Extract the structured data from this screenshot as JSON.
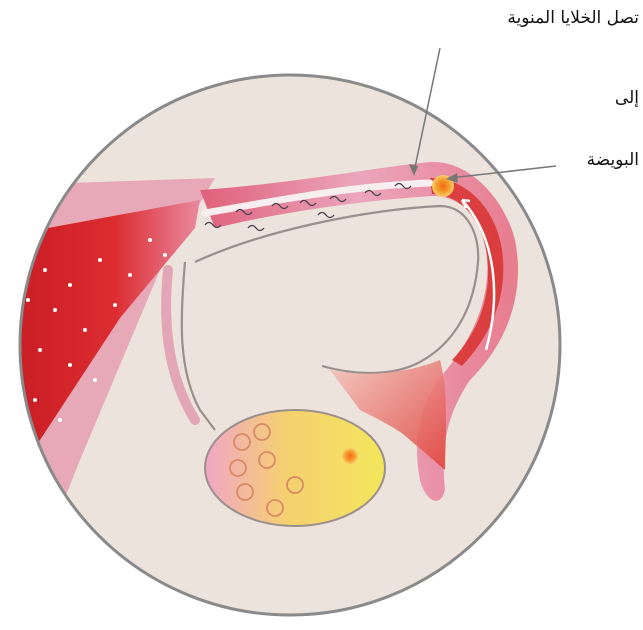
{
  "labels": {
    "line1": "تصل الخلايا المنوية",
    "line2": "إلى",
    "line3": "البويضة"
  },
  "colors": {
    "background": "#ffffff",
    "circle_fill": "#ece4dc",
    "circle_border": "#8a8a8a",
    "uterus_red": "#d9262a",
    "tube_pink": "#eaa4ba",
    "ovary_yellow": "#f2e25c",
    "egg_orange": "#f08a1e",
    "arrow": "#777777"
  }
}
